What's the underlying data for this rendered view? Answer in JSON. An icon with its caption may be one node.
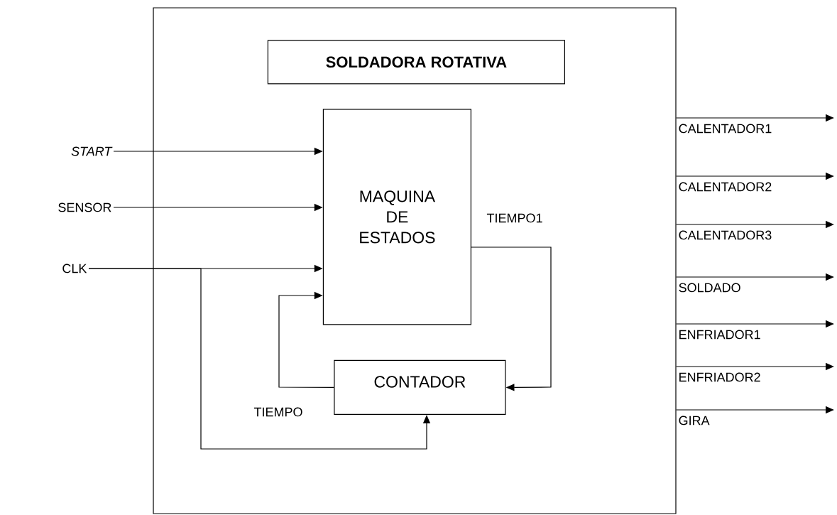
{
  "diagram": {
    "nodes": [
      {
        "text": [],
        "shape": "box"
      },
      {
        "text": [
          "SOLDADORA ROTATIVA"
        ],
        "in": 0
      },
      {
        "text": [
          "START"
        ]
      },
      {
        "text": [
          "SENSOR"
        ]
      },
      {
        "text": [
          "CLK"
        ]
      },
      {
        "text": [
          "MAQUINA DE ESTADOS"
        ],
        "in": 0
      },
      {
        "text": [
          "CONTADOR"
        ],
        "in": 0
      }
    ],
    "edges": [
      {
        "from": 2,
        "to": 5,
        "arrow": "to"
      },
      {
        "from": 3,
        "to": 5,
        "arrow": "to"
      },
      {
        "from": 4,
        "to": 5,
        "arrow": "to"
      },
      {
        "from": 4,
        "to": 6,
        "arrow": "to"
      },
      {
        "from": 6,
        "to": 5,
        "arrow": "to",
        "label": "TIEMPO"
      },
      {
        "from": 5,
        "to": 6,
        "arrow": "to",
        "label": "TIEMPO1"
      },
      {
        "from": 0,
        "to": null,
        "arrow": "to",
        "label": "CALENTADOR1"
      },
      {
        "from": 0,
        "to": null,
        "arrow": "to",
        "label": "CALENTADOR2"
      },
      {
        "from": 0,
        "to": null,
        "arrow": "to",
        "label": "CALENTADOR3"
      },
      {
        "from": 0,
        "to": null,
        "arrow": "to",
        "label": "SOLDADO"
      },
      {
        "from": 0,
        "to": null,
        "arrow": "to",
        "label": "ENFRIADOR1"
      },
      {
        "from": 0,
        "to": null,
        "arrow": "to",
        "label": "ENFRIADOR2"
      },
      {
        "from": 0,
        "to": null,
        "arrow": "to",
        "label": "GIRA"
      }
    ]
  }
}
